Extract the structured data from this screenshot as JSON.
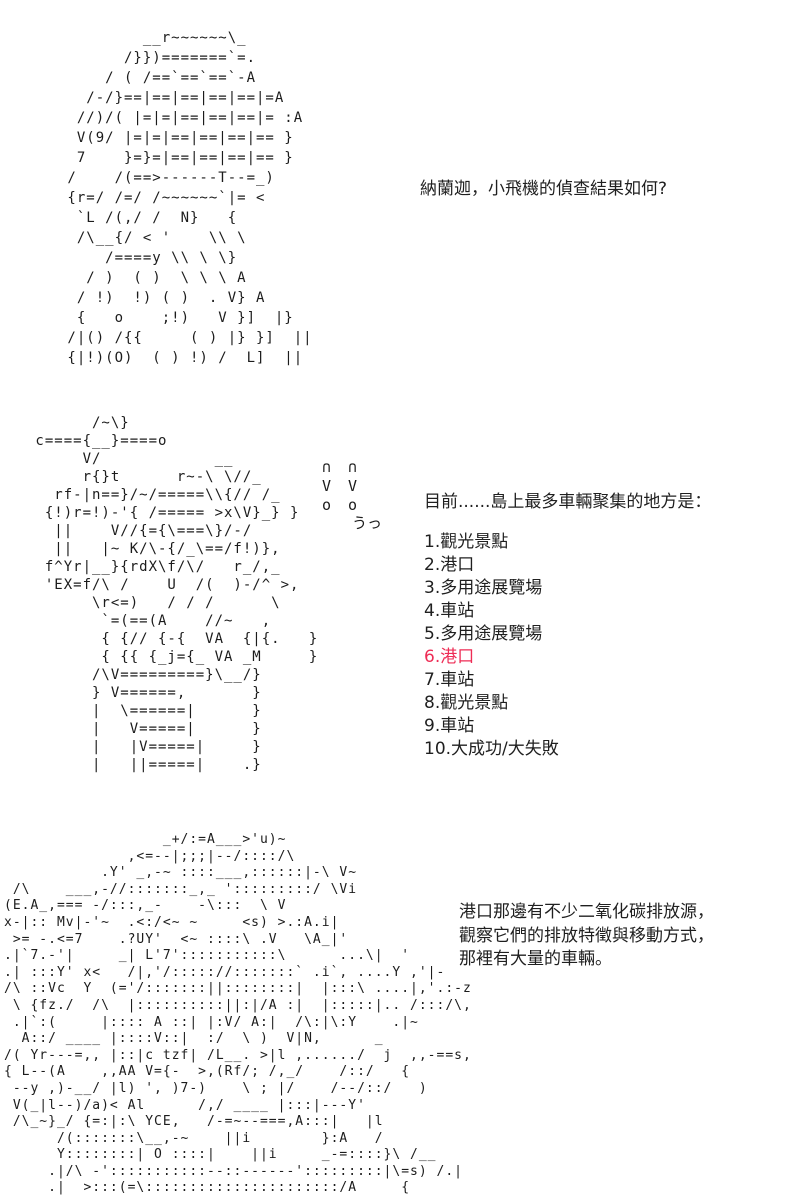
{
  "page": {
    "background": "#ffffff",
    "text_color": "#1f1f1f",
    "highlight_color": "#ee2c55"
  },
  "panel1": {
    "dialogue": "納蘭迦，小飛機的偵查結果如何?",
    "ascii_art_lines": [
      "         __r~~~~~~\\_",
      "       /}})=======`=.",
      "     / ( /==`==`==`-A",
      "   /-/}==|==|==|==|==|=A",
      "  //)/( |=|=|==|==|==|= :A",
      "  V(9/ |=|=|==|==|==|== }",
      "  7    }=}=|==|==|==|== }",
      " /    /(==>------T--=_)",
      " {r=/ /=/ /~~~~~~`|= <",
      "  `L /(,/ /  N}   {",
      "  /\\__{/ < '    \\\\ \\",
      "     /====y \\\\ \\ \\}",
      "   / )  ( )  \\ \\ \\ A",
      "  / !)  !) ( )  . V} A",
      "  {   o    ;!)   V }]  |}",
      " /|() /{{     ( ) |} }]  ||",
      " {|!)(O)  ( ) !) /  L]  ||"
    ]
  },
  "panel2": {
    "dialogue_heading": "目前......島上最多車輛聚集的地方是：",
    "list": [
      {
        "text": "1.觀光景點"
      },
      {
        "text": "2.港口"
      },
      {
        "text": "3.多用途展覽場"
      },
      {
        "text": "4.車站"
      },
      {
        "text": "5.多用途展覽場"
      },
      {
        "text": "6.港口"
      },
      {
        "text": "7.車站"
      },
      {
        "text": "8.觀光景點"
      },
      {
        "text": "9.車站"
      },
      {
        "text": "10.大成功/大失敗"
      }
    ],
    "highlighted_item_index": 6,
    "ascii_art_lines": [
      "       /~\\}",
      " c===={__}====o",
      "      V/            __",
      "      r{}t      r~-\\ \\//_",
      "   rf-|n==}/~/=====\\\\{// /_",
      "  {!)r=!)-'{ /===== >x\\V}_} }",
      "   ||    V//{={\\===\\}/-/",
      "   ||   |~ K/\\-{/_\\==/f!)},",
      "  f^Yr|__}{rdX\\f/\\/   r_/,_",
      "  'EX=f/\\ /    U  /(  )-/^ >,",
      "       \\r<=)   / / /      \\",
      "        `=(==(A    //~   ,",
      "        { {// {-{  VA  {|{.   }",
      "        { {{ {_j={_ VA _M     }",
      "       /\\V=========}\\__/}",
      "       } V======,       }",
      "       |  \\======|      }",
      "       |   V=====|      }",
      "       |   |V=====|     }",
      "       |   ||=====|    .}"
    ],
    "creature_lines": [
      "∩ ∩",
      "V V",
      "o o"
    ],
    "creature_caption": "うっ"
  },
  "panel3": {
    "dialogue_lines": [
      "港口那邊有不少二氧化碳排放源，",
      "觀察它們的排放特徵與移動方式，",
      "那裡有大量的車輛。"
    ],
    "ascii_art_lines": [
      "                  _+/:=A___>'u)~",
      "              ,<=--|;;;|--/::::/\\",
      "           .Y' _,-~ ::::___,::::::|-\\ V~",
      " /\\    ___,-//:::::::_,_ ':::::::::/ \\Vi",
      "(E.A_,=== -/:::,_-    -\\:::  \\ V",
      "x-|:: Mv|-'~  .<:/<~ ~     <s) >.:A.i|",
      " >= -.<=7    .?UY'  <~ ::::\\ .V   \\A_|'",
      ".|`7.-'|     _| L'7':::::::::::\\      ...\\|  '",
      ".| :::Y' x<   /|,'/::::://:::::::` .i`, ....Y ,'|-",
      "/\\ ::Vc  Y  (='/:::::::||::::::::|  |:::\\ ....|,'.:-z",
      " \\ {fz./  /\\  |::::::::::||:|/A :|  |:::::|.. /:::/\\,",
      " .|`:(     |:::: A ::| |:V/ A:|  /\\:|\\:Y    .|~",
      "  A::/ ____ |::::V::|  :/  \\ )  V|N,      _",
      "/( Yr---=,, |::|c tzf| /L__. >|l ,....../  j  ,,-==s,",
      "{ L--(A    ,,AA V={-  >,(Rf/; /,_/    /::/   {",
      " --y ,)-__/ |l) ', )7-)    \\ ; |/    /--/::/   )",
      " V(_|l--)/a)< Al      /,/ ____ |:::|---Y'",
      " /\\_~}_/ {=:|:\\ YCE,   /-=~--===,A:::|   |l",
      "      /(:::::::\\__,-~    ||i        }:A   /",
      "      Y::::::::| O ::::|    ||i     _-=::::}\\ /__",
      "     .|/\\ -':::::::::::--::------':::::::::|\\=s) /.|",
      "     .|  >:::(=\\::::::::::::::::::::::/A     {"
    ]
  }
}
